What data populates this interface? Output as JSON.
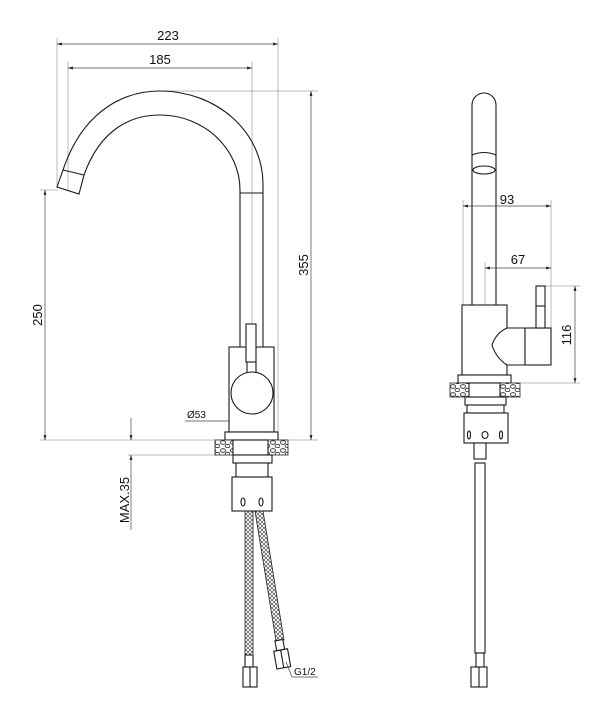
{
  "front_view": {
    "dimensions": {
      "overall_width": "223",
      "spout_reach": "185",
      "spout_height": "250",
      "overall_height": "355",
      "body_diameter": "Ø53",
      "max_counter_thickness": "MAX.35",
      "hose_thread": "G1/2"
    }
  },
  "side_view": {
    "dimensions": {
      "depth_overall": "93",
      "lever_offset": "67",
      "lever_height": "116"
    }
  },
  "colors": {
    "line": "#1a1a1a",
    "background": "#ffffff"
  }
}
